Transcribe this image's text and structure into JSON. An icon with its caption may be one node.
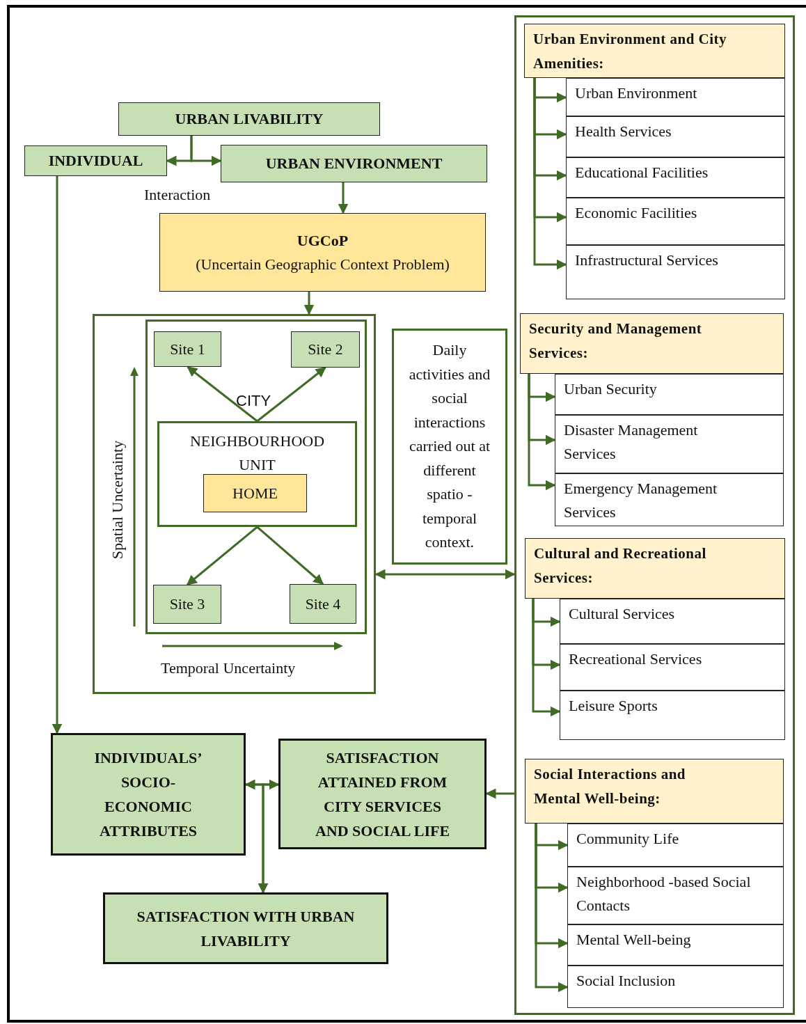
{
  "diagram": {
    "nodes": [
      {
        "text": [
          "URBAN LIVABILITY"
        ]
      },
      {
        "text": [
          "INDIVIDUAL"
        ]
      },
      {
        "text": [
          "URBAN ENVIRONMENT"
        ]
      },
      {
        "text": [
          "UGCoP",
          "(Uncertain Geographic Context Problem)"
        ]
      },
      {
        "text": [
          "Spatial Uncertainty",
          "Temporal Uncertainty"
        ]
      },
      {
        "text": [
          "CITY"
        ],
        "in": 4
      },
      {
        "text": [
          "Site 1"
        ],
        "in": 5
      },
      {
        "text": [
          "Site 2"
        ],
        "in": 5
      },
      {
        "text": [
          "NEIGHBOURHOOD UNIT"
        ],
        "in": 5
      },
      {
        "text": [
          "HOME"
        ],
        "in": 8
      },
      {
        "text": [
          "Site 3"
        ],
        "in": 5
      },
      {
        "text": [
          "Site 4"
        ],
        "in": 5
      },
      {
        "text": [
          "Daily activities and social interactions carried out at different spatio - temporal context."
        ]
      },
      {
        "text": [],
        "shape": "box"
      },
      {
        "text": [
          "Urban Environment and City Amenities:"
        ],
        "in": 13
      },
      {
        "text": [
          "Urban Environment"
        ],
        "in": 13
      },
      {
        "text": [
          "Health Services"
        ],
        "in": 13
      },
      {
        "text": [
          "Educational Facilities"
        ],
        "in": 13
      },
      {
        "text": [
          "Economic Facilities"
        ],
        "in": 13
      },
      {
        "text": [
          "Infrastructural Services"
        ],
        "in": 13
      },
      {
        "text": [
          "Security and Management Services:"
        ],
        "in": 13
      },
      {
        "text": [
          "Urban Security"
        ],
        "in": 13
      },
      {
        "text": [
          "Disaster Management Services"
        ],
        "in": 13
      },
      {
        "text": [
          "Emergency Management Services"
        ],
        "in": 13
      },
      {
        "text": [
          "Cultural and Recreational Services:"
        ],
        "in": 13
      },
      {
        "text": [
          "Cultural Services"
        ],
        "in": 13
      },
      {
        "text": [
          "Recreational Services"
        ],
        "in": 13
      },
      {
        "text": [
          "Leisure Sports"
        ],
        "in": 13
      },
      {
        "text": [
          "Social Interactions and Mental Well-being:"
        ],
        "in": 13
      },
      {
        "text": [
          "Community Life"
        ],
        "in": 13
      },
      {
        "text": [
          "Neighborhood -based Social Contacts"
        ],
        "in": 13
      },
      {
        "text": [
          "Mental Well-being"
        ],
        "in": 13
      },
      {
        "text": [
          "Social Inclusion"
        ],
        "in": 13
      },
      {
        "text": [
          "INDIVIDUALS’ SOCIO-ECONOMIC ATTRIBUTES"
        ]
      },
      {
        "text": [
          "SATISFACTION ATTAINED FROM CITY SERVICES AND SOCIAL LIFE"
        ]
      },
      {
        "text": [
          "SATISFACTION WITH URBAN LIVABILITY"
        ]
      }
    ],
    "edges": [
      {
        "from": 0,
        "to": 1,
        "arrow": "to"
      },
      {
        "from": 0,
        "to": 2,
        "arrow": "to"
      },
      {
        "from": 2,
        "to": 3,
        "arrow": "to"
      },
      {
        "from": 3,
        "to": 4,
        "arrow": "to"
      },
      {
        "from": 1,
        "to": 33,
        "arrow": "to"
      },
      {
        "from": 8,
        "to": 6,
        "arrow": "to"
      },
      {
        "from": 8,
        "to": 7,
        "arrow": "to"
      },
      {
        "from": 8,
        "to": 10,
        "arrow": "to"
      },
      {
        "from": 8,
        "to": 11,
        "arrow": "to"
      },
      {
        "from": 4,
        "to": 13,
        "arrow": "both"
      },
      {
        "from": 13,
        "to": 34,
        "arrow": "to"
      },
      {
        "from": 33,
        "to": 34,
        "arrow": "both"
      },
      {
        "from": 33,
        "to": 35,
        "arrow": "to"
      },
      {
        "from": 34,
        "to": 35,
        "arrow": "to"
      },
      {
        "from": 14,
        "to": 15,
        "arrow": "to"
      },
      {
        "from": 14,
        "to": 16,
        "arrow": "to"
      },
      {
        "from": 14,
        "to": 17,
        "arrow": "to"
      },
      {
        "from": 14,
        "to": 18,
        "arrow": "to"
      },
      {
        "from": 14,
        "to": 19,
        "arrow": "to"
      },
      {
        "from": 20,
        "to": 21,
        "arrow": "to"
      },
      {
        "from": 20,
        "to": 22,
        "arrow": "to"
      },
      {
        "from": 20,
        "to": 23,
        "arrow": "to"
      },
      {
        "from": 24,
        "to": 25,
        "arrow": "to"
      },
      {
        "from": 24,
        "to": 26,
        "arrow": "to"
      },
      {
        "from": 24,
        "to": 27,
        "arrow": "to"
      },
      {
        "from": 28,
        "to": 29,
        "arrow": "to"
      },
      {
        "from": 28,
        "to": 30,
        "arrow": "to"
      },
      {
        "from": 28,
        "to": 31,
        "arrow": "to"
      },
      {
        "from": 28,
        "to": 32,
        "arrow": "to"
      }
    ],
    "labels": [
      "Interaction"
    ]
  }
}
